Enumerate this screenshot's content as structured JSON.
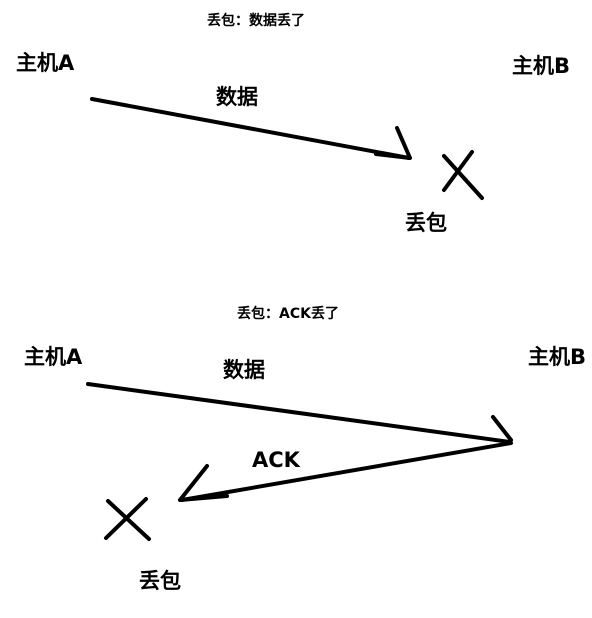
{
  "scenario1": {
    "title": "丢包：数据丢了",
    "host_a": "主机A",
    "host_b": "主机B",
    "message": "数据",
    "lost_label": "丢包"
  },
  "scenario2": {
    "title": "丢包：ACK丢了",
    "host_a": "主机A",
    "host_b": "主机B",
    "message": "数据",
    "ack": "ACK",
    "lost_label": "丢包"
  }
}
